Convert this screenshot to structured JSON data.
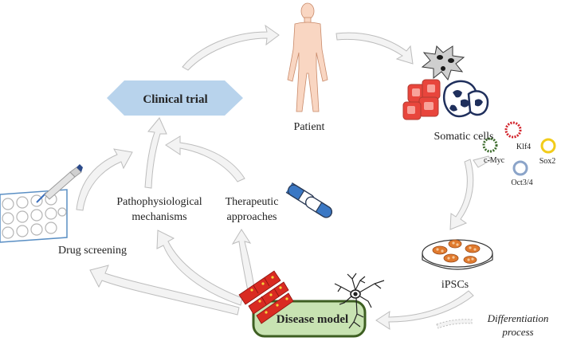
{
  "labels": {
    "clinical_trial": "Clinical trial",
    "patient": "Patient",
    "somatic_cells": "Somatic cells",
    "factor_cmyc": "c-Myc",
    "factor_klf4": "Klf4",
    "factor_sox2": "Sox2",
    "factor_oct34": "Oct3/4",
    "ipscs": "iPSCs",
    "differentiation_line1": "Differentiation",
    "differentiation_line2": "process",
    "disease_model": "Disease model",
    "drug_screening": "Drug screening",
    "patho_line1": "Pathophysiological",
    "patho_line2": "mechanisms",
    "thera_line1": "Therapeutic",
    "thera_line2": "approaches"
  },
  "colors": {
    "clinical_trial_fill": "#b8d3ec",
    "disease_model_fill": "#c8e3b2",
    "disease_model_border": "#3e5f22",
    "skin": "#f9d6c2",
    "red_cells": "#e8453c",
    "cmyc": "#3c6b2c",
    "klf4": "#d2222a",
    "sox2": "#f2cc1a",
    "oct34": "#8ba4c9",
    "ipsc_colony": "#e07a2e",
    "capsule_blue": "#3b78c4",
    "neuron": "#222222",
    "arrow_fill": "#f3f3f3",
    "arrow_stroke": "#bdbdbd"
  },
  "icons": {
    "patient": "human-body-icon",
    "somatic": "somatic-cells-icon",
    "dish": "petri-dish-icon",
    "pills": "capsule-icon",
    "plate": "well-plate-pipette-icon",
    "neuron": "neuron-icon",
    "muscle": "cardiomyocyte-icon"
  }
}
